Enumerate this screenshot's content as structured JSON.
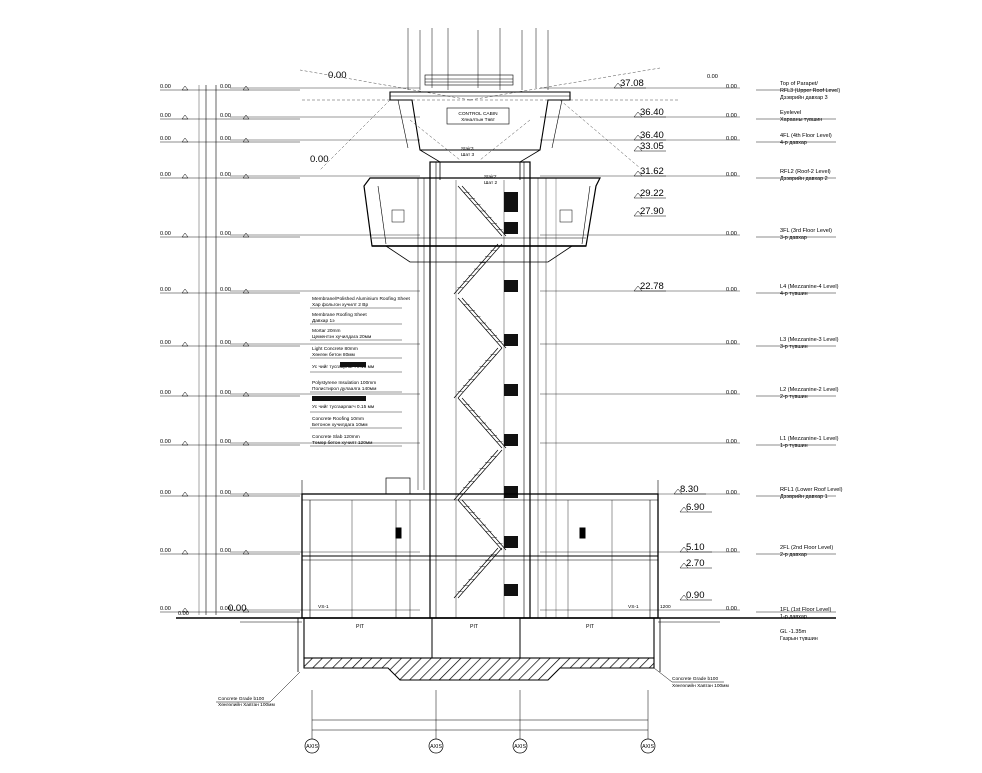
{
  "top_labels": {
    "parapet_left": "0.00",
    "parapet_right": "0.00",
    "control_cabin_title": "CONTROL CABIN",
    "control_cabin_sub": "Хяналтын Төвт",
    "stair3": "Stair3",
    "stair3_sub": "Шат 3",
    "stair2": "Stair2",
    "stair2_sub": "Шат 2",
    "small_elev": "0.00"
  },
  "left_elevations": [
    {
      "a": "0.00",
      "b": "0.00"
    },
    {
      "a": "0.00",
      "b": "0.00"
    },
    {
      "a": "0.00",
      "b": "0.00"
    },
    {
      "a": "0.00",
      "b": "0.00"
    },
    {
      "a": "0.00",
      "b": "0.00"
    },
    {
      "a": "0.00",
      "b": "0.00"
    },
    {
      "a": "0.00",
      "b": "0.00"
    },
    {
      "a": "0.00",
      "b": "0.00"
    },
    {
      "a": "0.00",
      "b": "0.00"
    },
    {
      "a": "0.00",
      "b": "0.00"
    },
    {
      "a": "0.00",
      "b": "0.00"
    },
    {
      "a": "0.00",
      "b": "0.00"
    }
  ],
  "right_small_elevs": [
    "0.00",
    "0.00",
    "0.00",
    "0.00",
    "0.00",
    "0.00",
    "0.00",
    "0.00",
    "0.00",
    "0.00",
    "0.00",
    "0.00"
  ],
  "levels": [
    {
      "en": "Top of Parapet/",
      "mn": "RFL3 (Upper Roof Level)",
      "mn2": "Дээврийн давхар 3",
      "elev": "37.08"
    },
    {
      "en": "Eyelevel",
      "mn": "Харааны түвшин",
      "mn2": "",
      "elev": "36.40"
    },
    {
      "en": "4FL (4th Floor Level)",
      "mn": "4-р давхар",
      "mn2": "",
      "elev": "36.40"
    },
    {
      "en": "",
      "mn": "",
      "mn2": "",
      "elev": "33.05"
    },
    {
      "en": "RFL2 (Roof-2 Level)",
      "mn": "Дээврийн давхар 2",
      "mn2": "",
      "elev": "31.62"
    },
    {
      "en": "",
      "mn": "",
      "mn2": "",
      "elev": "29.22"
    },
    {
      "en": "",
      "mn": "",
      "mn2": "",
      "elev": "27.90"
    },
    {
      "en": "3FL (3rd Floor Level)",
      "mn": "3-р давхар",
      "mn2": "",
      "elev": ""
    },
    {
      "en": "L4 (Mezzanine-4 Level)",
      "mn": "4-р түвшин",
      "mn2": "",
      "elev": "22.78"
    },
    {
      "en": "L3 (Mezzanine-3 Level)",
      "mn": "3-р түвшин",
      "mn2": "",
      "elev": ""
    },
    {
      "en": "L2 (Mezzanine-2 Level)",
      "mn": "2-р түвшин",
      "mn2": "",
      "elev": ""
    },
    {
      "en": "L1 (Mezzanine-1 Level)",
      "mn": "1-р түвшин",
      "mn2": "",
      "elev": ""
    },
    {
      "en": "RFL1 (Lower Roof Level)",
      "mn": "Дээврийн давхар 1",
      "mn2": "",
      "elev": "8.30"
    },
    {
      "en": "",
      "mn": "",
      "mn2": "",
      "elev": "6.90"
    },
    {
      "en": "2FL (2nd Floor Level)",
      "mn": "2-р давхар",
      "mn2": "",
      "elev": "5.10"
    },
    {
      "en": "",
      "mn": "",
      "mn2": "",
      "elev": "2.70"
    },
    {
      "en": "",
      "mn": "",
      "mn2": "",
      "elev": "0.90"
    },
    {
      "en": "1FL (1st Floor Level)",
      "mn": "1-р давхар",
      "mn2": "",
      "elev": ""
    },
    {
      "en": "GL -1.35m",
      "mn": "Газрын түвшин",
      "mn2": "",
      "elev": ""
    }
  ],
  "notes": [
    "Membrane/Polished Aluminium Roofing Sheet",
    "Хар фольгон хучилт 2 Вр",
    "Membrane Roofing Sheet",
    "Давхар 1э",
    "Mortar 20mm",
    "Цементэн хучилдага 20мм",
    "Light Concrete 80mm",
    "Хөнгөн бетон 80мм",
    "Ус чийг тусгаарлагч 0.15 мм",
    "Polystyrene Insulation 100mm",
    "Полистирол дулаалга 140мм",
    "Ус чийг тусгаарлагч 0.15 мм",
    "Concrete Roofing 10mm",
    "Бетонон хучилдага 10мм",
    "Concrete Slab 120mm",
    "Төмөр бетон хучилт 120мм"
  ],
  "pit_labels": [
    "PIT",
    "PIT",
    "PIT"
  ],
  "foundation_left": {
    "l1": "Concrete Grade b100",
    "l2": "Хөнгөлийн Хавтан 100мм"
  },
  "foundation_right": {
    "l1": "Concrete Grade b100",
    "l2": "Хөнгөлийн Хавтан 100мм"
  },
  "axis_labels": [
    "AXIS",
    "AXIS",
    "AXIS",
    "AXIS"
  ],
  "ground_left": {
    "a": "0.00",
    "b": "0.00"
  },
  "small_tags": {
    "v1": "VS-1",
    "v2": "VS-1",
    "v3": "1200"
  }
}
